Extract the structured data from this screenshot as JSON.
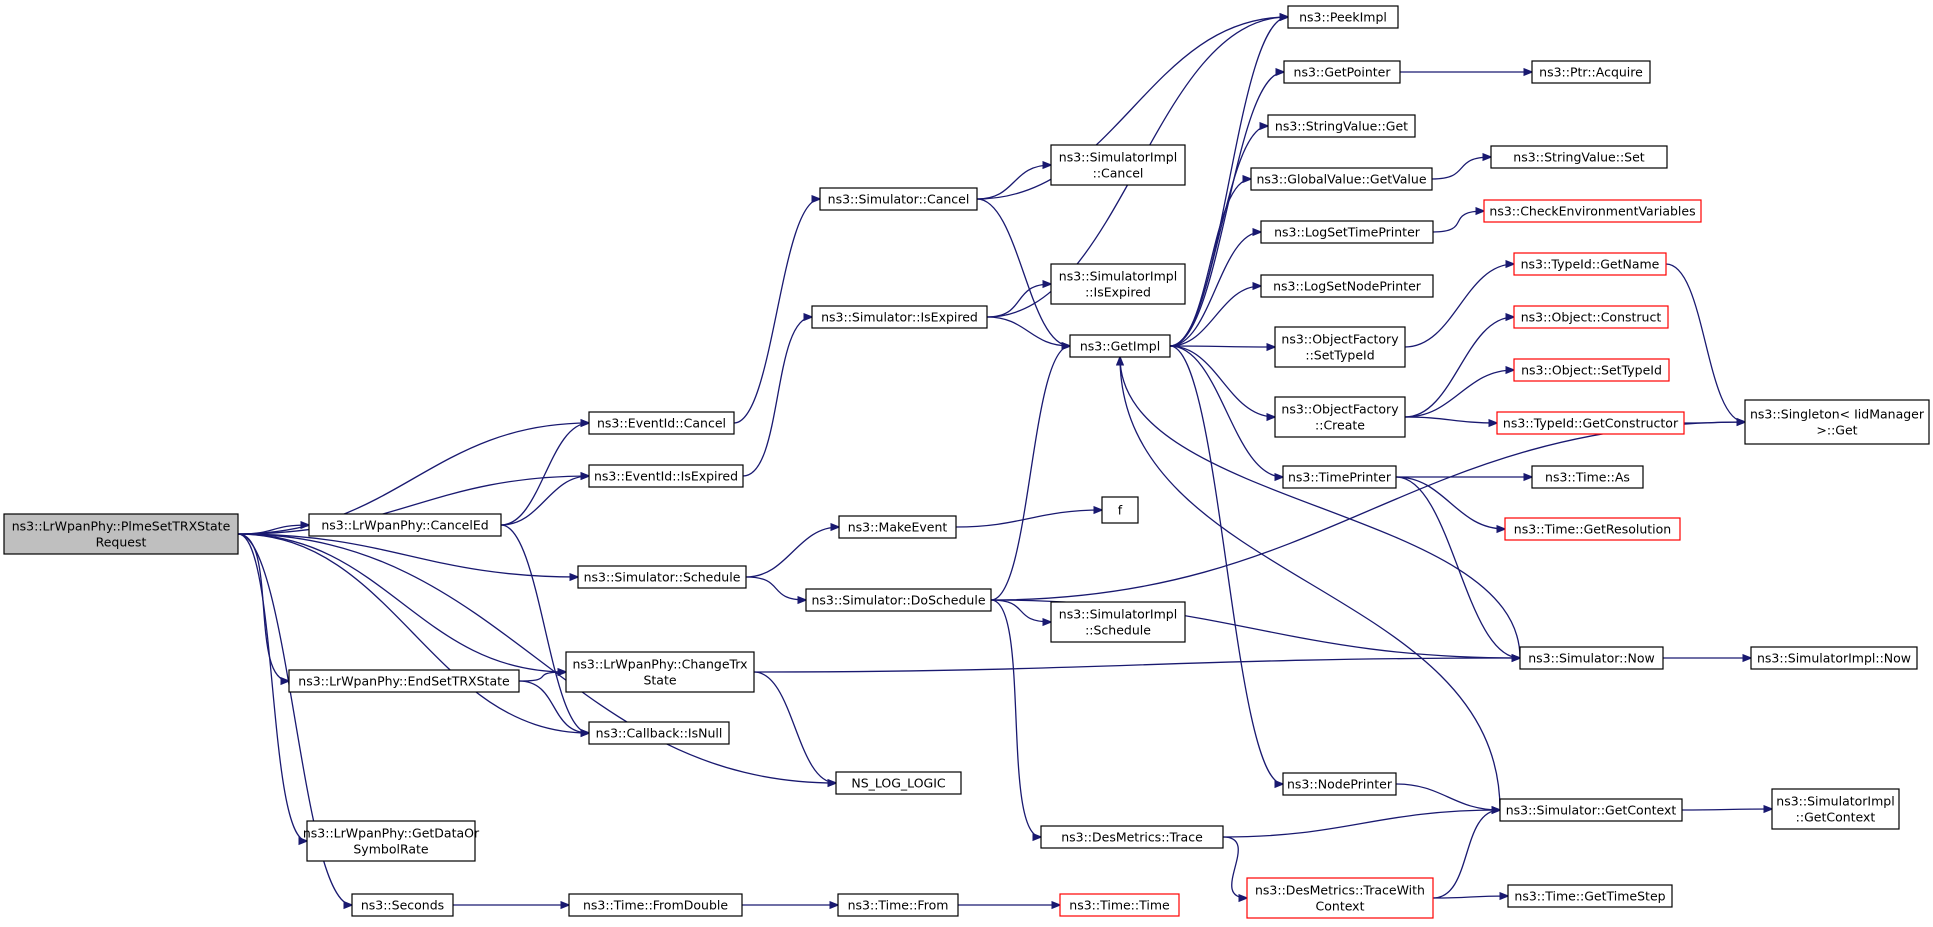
{
  "nodes": {
    "plme": {
      "lines": [
        "ns3::LrWpanPhy::PlmeSetTRXState",
        "Request"
      ],
      "root": true
    },
    "cancelEd": {
      "lines": [
        "ns3::LrWpanPhy::CancelEd"
      ]
    },
    "endSet": {
      "lines": [
        "ns3::LrWpanPhy::EndSetTRXState"
      ]
    },
    "getDataOr": {
      "lines": [
        "ns3::LrWpanPhy::GetDataOr",
        "SymbolRate"
      ]
    },
    "seconds": {
      "lines": [
        "ns3::Seconds"
      ]
    },
    "eventCancel": {
      "lines": [
        "ns3::EventId::Cancel"
      ]
    },
    "eventIsExp": {
      "lines": [
        "ns3::EventId::IsExpired"
      ]
    },
    "simSchedule": {
      "lines": [
        "ns3::Simulator::Schedule"
      ]
    },
    "changeTrx": {
      "lines": [
        "ns3::LrWpanPhy::ChangeTrx",
        "State"
      ]
    },
    "cbIsNull": {
      "lines": [
        "ns3::Callback::IsNull"
      ]
    },
    "nsLog": {
      "lines": [
        "NS_LOG_LOGIC"
      ]
    },
    "fromDouble": {
      "lines": [
        "ns3::Time::FromDouble"
      ]
    },
    "simCancel": {
      "lines": [
        "ns3::Simulator::Cancel"
      ]
    },
    "simIsExp": {
      "lines": [
        "ns3::Simulator::IsExpired"
      ]
    },
    "makeEvent": {
      "lines": [
        "ns3::MakeEvent"
      ]
    },
    "doSchedule": {
      "lines": [
        "ns3::Simulator::DoSchedule"
      ]
    },
    "desTrace": {
      "lines": [
        "ns3::DesMetrics::Trace"
      ]
    },
    "timeFrom": {
      "lines": [
        "ns3::Time::From"
      ]
    },
    "implCancel": {
      "lines": [
        "ns3::SimulatorImpl",
        "::Cancel"
      ]
    },
    "implIsExp": {
      "lines": [
        "ns3::SimulatorImpl",
        "::IsExpired"
      ]
    },
    "f": {
      "lines": [
        "f"
      ]
    },
    "implSchedule": {
      "lines": [
        "ns3::SimulatorImpl",
        "::Schedule"
      ]
    },
    "getImpl": {
      "lines": [
        "ns3::GetImpl"
      ]
    },
    "timeTime": {
      "lines": [
        "ns3::Time::Time"
      ],
      "red": true
    },
    "peekImpl": {
      "lines": [
        "ns3::PeekImpl"
      ]
    },
    "getPointer": {
      "lines": [
        "ns3::GetPointer"
      ]
    },
    "strGet": {
      "lines": [
        "ns3::StringValue::Get"
      ]
    },
    "gvGetValue": {
      "lines": [
        "ns3::GlobalValue::GetValue"
      ]
    },
    "logTime": {
      "lines": [
        "ns3::LogSetTimePrinter"
      ]
    },
    "logNode": {
      "lines": [
        "ns3::LogSetNodePrinter"
      ]
    },
    "ofSetTypeId": {
      "lines": [
        "ns3::ObjectFactory",
        "::SetTypeId"
      ]
    },
    "ofCreate": {
      "lines": [
        "ns3::ObjectFactory",
        "::Create"
      ]
    },
    "timePrinter": {
      "lines": [
        "ns3::TimePrinter"
      ]
    },
    "nodePrinter": {
      "lines": [
        "ns3::NodePrinter"
      ]
    },
    "traceWith": {
      "lines": [
        "ns3::DesMetrics::TraceWith",
        "Context"
      ],
      "red": true
    },
    "ptrAcquire": {
      "lines": [
        "ns3::Ptr::Acquire"
      ]
    },
    "strSet": {
      "lines": [
        "ns3::StringValue::Set"
      ]
    },
    "checkEnv": {
      "lines": [
        "ns3::CheckEnvironmentVariables"
      ],
      "red": true
    },
    "tidGetName": {
      "lines": [
        "ns3::TypeId::GetName"
      ],
      "red": true
    },
    "objConstruct": {
      "lines": [
        "ns3::Object::Construct"
      ],
      "red": true
    },
    "objSetTypeId": {
      "lines": [
        "ns3::Object::SetTypeId"
      ],
      "red": true
    },
    "tidGetCtor": {
      "lines": [
        "ns3::TypeId::GetConstructor"
      ],
      "red": true
    },
    "timeAs": {
      "lines": [
        "ns3::Time::As"
      ]
    },
    "timeGetRes": {
      "lines": [
        "ns3::Time::GetResolution"
      ],
      "red": true
    },
    "simNow": {
      "lines": [
        "ns3::Simulator::Now"
      ]
    },
    "simGetContext": {
      "lines": [
        "ns3::Simulator::GetContext"
      ]
    },
    "timeGetStep": {
      "lines": [
        "ns3::Time::GetTimeStep"
      ]
    },
    "singleton": {
      "lines": [
        "ns3::Singleton< IidManager",
        " >::Get"
      ]
    },
    "implNow": {
      "lines": [
        "ns3::SimulatorImpl::Now"
      ]
    },
    "implGetContext": {
      "lines": [
        "ns3::SimulatorImpl",
        "::GetContext"
      ]
    }
  },
  "edges": [
    [
      "plme",
      "eventCancel"
    ],
    [
      "plme",
      "eventIsExp"
    ],
    [
      "plme",
      "cancelEd"
    ],
    [
      "plme",
      "simSchedule"
    ],
    [
      "plme",
      "changeTrx"
    ],
    [
      "plme",
      "endSet"
    ],
    [
      "plme",
      "cbIsNull"
    ],
    [
      "plme",
      "nsLog"
    ],
    [
      "plme",
      "getDataOr"
    ],
    [
      "plme",
      "seconds"
    ],
    [
      "cancelEd",
      "eventCancel"
    ],
    [
      "cancelEd",
      "eventIsExp"
    ],
    [
      "cancelEd",
      "cbIsNull"
    ],
    [
      "endSet",
      "changeTrx"
    ],
    [
      "endSet",
      "cbIsNull"
    ],
    [
      "seconds",
      "fromDouble"
    ],
    [
      "eventCancel",
      "simCancel"
    ],
    [
      "eventIsExp",
      "simIsExp"
    ],
    [
      "simSchedule",
      "makeEvent"
    ],
    [
      "simSchedule",
      "doSchedule"
    ],
    [
      "changeTrx",
      "simNow"
    ],
    [
      "changeTrx",
      "nsLog"
    ],
    [
      "fromDouble",
      "timeFrom"
    ],
    [
      "simCancel",
      "peekImpl"
    ],
    [
      "simCancel",
      "implCancel"
    ],
    [
      "simCancel",
      "getImpl"
    ],
    [
      "simIsExp",
      "peekImpl"
    ],
    [
      "simIsExp",
      "implIsExp"
    ],
    [
      "simIsExp",
      "getImpl"
    ],
    [
      "makeEvent",
      "f"
    ],
    [
      "doSchedule",
      "getImpl"
    ],
    [
      "doSchedule",
      "implSchedule"
    ],
    [
      "doSchedule",
      "simNow"
    ],
    [
      "doSchedule",
      "desTrace"
    ],
    [
      "doSchedule",
      "singleton"
    ],
    [
      "desTrace",
      "simGetContext"
    ],
    [
      "desTrace",
      "traceWith"
    ],
    [
      "timeFrom",
      "timeTime"
    ],
    [
      "getImpl",
      "peekImpl"
    ],
    [
      "getImpl",
      "getPointer"
    ],
    [
      "getImpl",
      "strGet"
    ],
    [
      "getImpl",
      "gvGetValue"
    ],
    [
      "getImpl",
      "logTime"
    ],
    [
      "getImpl",
      "logNode"
    ],
    [
      "getImpl",
      "ofSetTypeId"
    ],
    [
      "getImpl",
      "ofCreate"
    ],
    [
      "getImpl",
      "timePrinter"
    ],
    [
      "getImpl",
      "nodePrinter"
    ],
    [
      "getPointer",
      "ptrAcquire"
    ],
    [
      "gvGetValue",
      "strSet"
    ],
    [
      "logTime",
      "checkEnv"
    ],
    [
      "ofSetTypeId",
      "tidGetName"
    ],
    [
      "ofCreate",
      "objConstruct"
    ],
    [
      "ofCreate",
      "objSetTypeId"
    ],
    [
      "ofCreate",
      "tidGetCtor"
    ],
    [
      "timePrinter",
      "timeAs"
    ],
    [
      "timePrinter",
      "timeGetRes"
    ],
    [
      "timePrinter",
      "simNow"
    ],
    [
      "nodePrinter",
      "simGetContext"
    ],
    [
      "traceWith",
      "simGetContext"
    ],
    [
      "traceWith",
      "timeGetStep"
    ],
    [
      "tidGetName",
      "singleton"
    ],
    [
      "tidGetCtor",
      "singleton"
    ],
    [
      "simNow",
      "getImpl"
    ],
    [
      "simNow",
      "implNow"
    ],
    [
      "simGetContext",
      "getImpl"
    ],
    [
      "simGetContext",
      "implGetContext"
    ]
  ]
}
